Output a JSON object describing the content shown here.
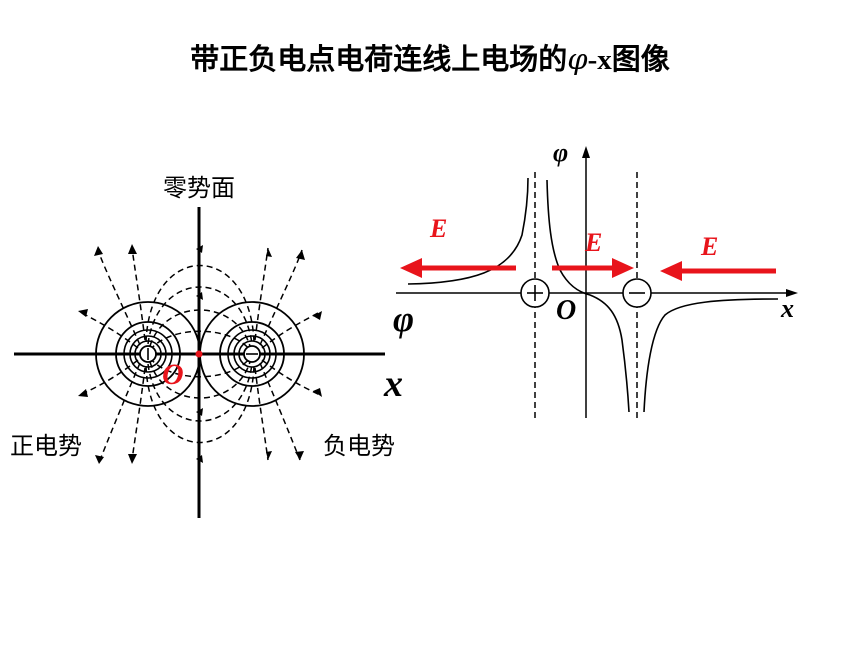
{
  "title": {
    "main": "带正负电点电荷连线上电场的",
    "phi": "φ",
    "suffix": "-x图像"
  },
  "left_diagram": {
    "zero_plane_label": "零势面",
    "positive_label": "正电势",
    "negative_label": "负电势",
    "phi_label": "φ",
    "origin_label": "O",
    "x_label": "x",
    "positive_charge_symbol": "+",
    "negative_charge_symbol": "−"
  },
  "right_graph": {
    "phi_axis_label": "φ",
    "x_axis_label": "x",
    "origin_label": "O",
    "field_labels": [
      "E",
      "E",
      "E"
    ],
    "positive_charge_symbol": "+",
    "negative_charge_symbol": "−"
  },
  "colors": {
    "accent_red": "#e8141b",
    "ink": "#000000"
  }
}
